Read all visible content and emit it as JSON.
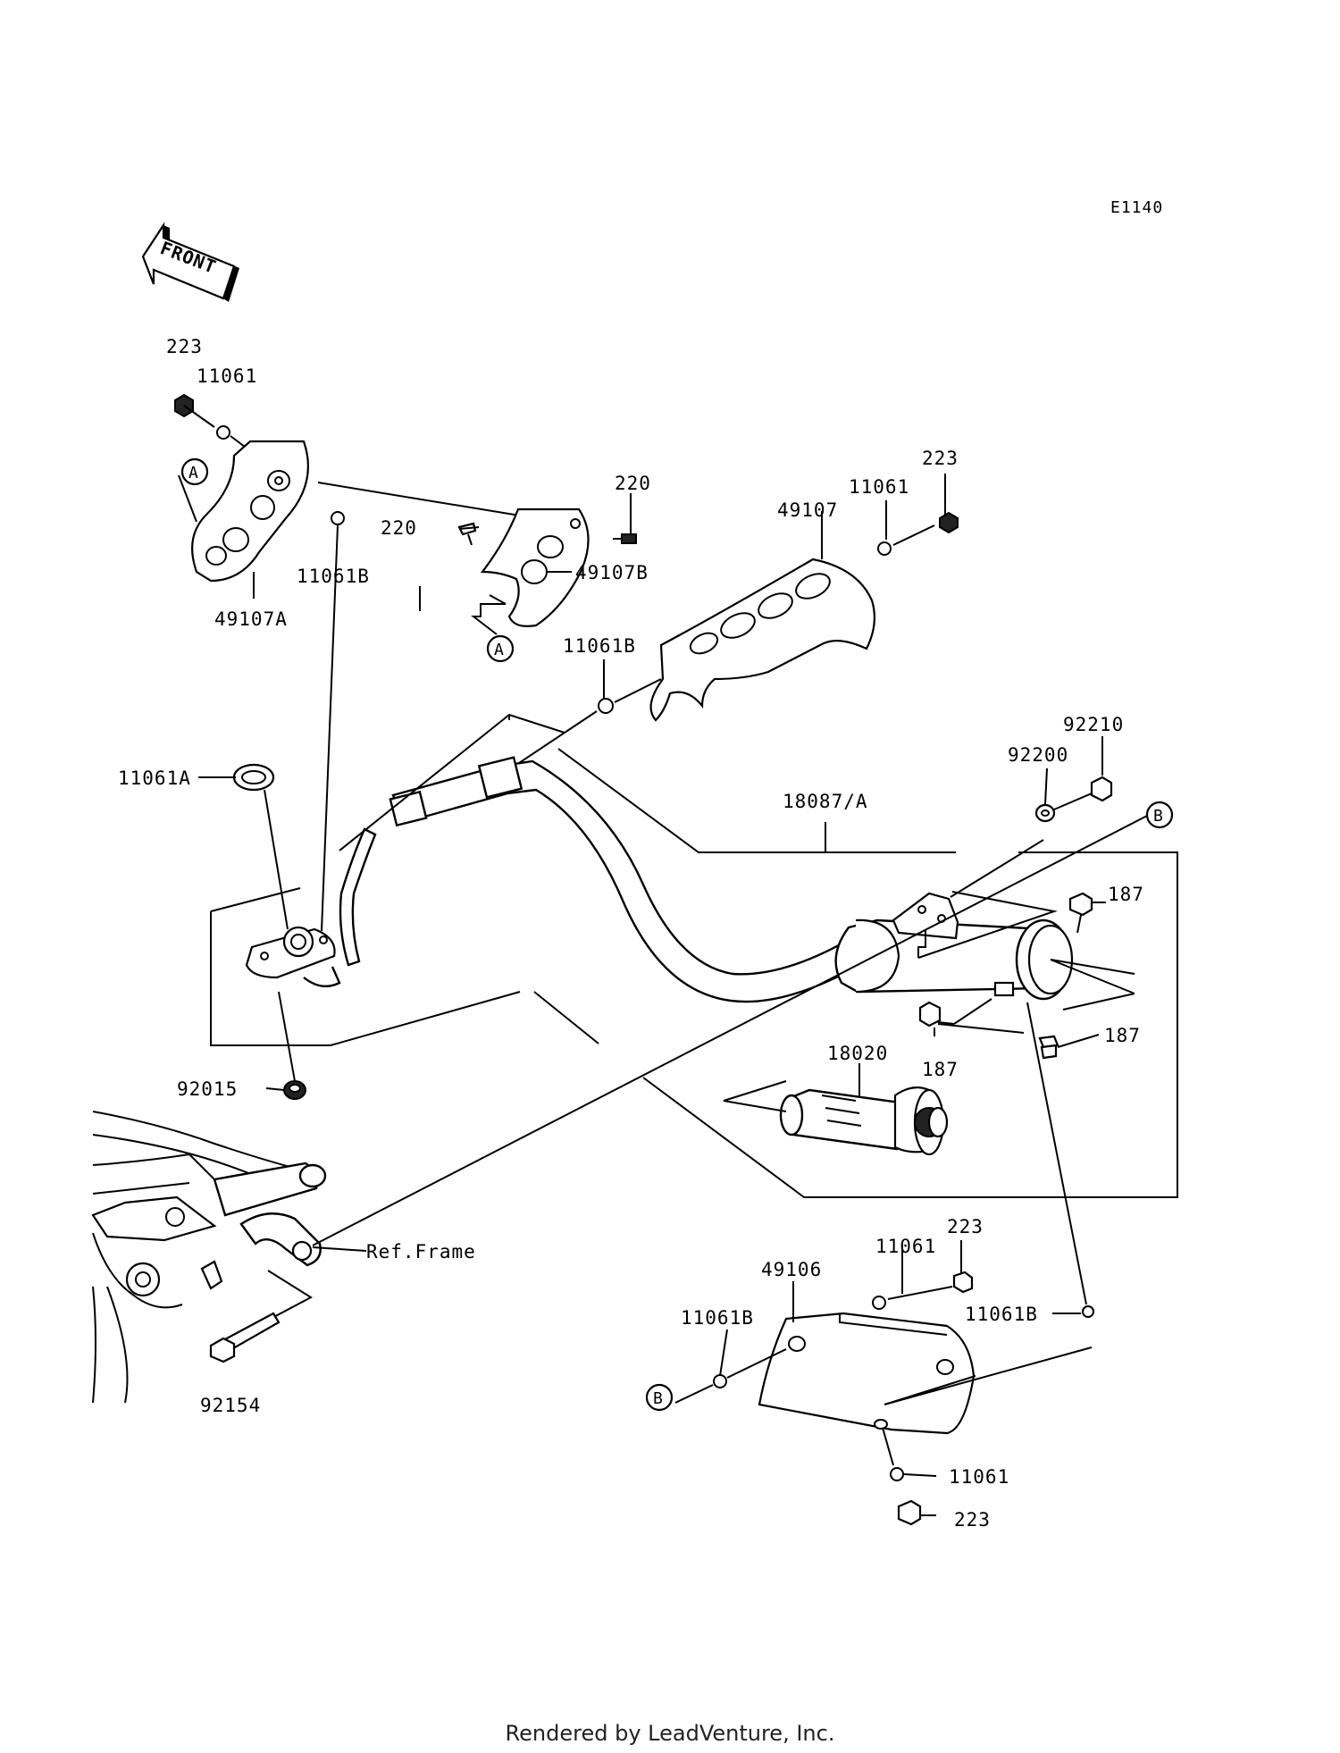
{
  "diagram": {
    "code": "E1140",
    "front_label": "FRONT",
    "callout_a": "A",
    "callout_b": "B",
    "ref_frame": "Ref.Frame",
    "parts": {
      "p223_top_left": "223",
      "p11061_top_left": "11061",
      "p11061b_left": "11061B",
      "p49107a": "49107A",
      "p220_left": "220",
      "p220_right": "220",
      "p49107b": "49107B",
      "p11061_top_right": "11061",
      "p223_top_right": "223",
      "p49107": "49107",
      "p11061b_mid": "11061B",
      "p11061a": "11061A",
      "p18087a": "18087/A",
      "p92200": "92200",
      "p92210": "92210",
      "p187_top": "187",
      "p187_bottom": "187",
      "p187_mid": "187",
      "p92015": "92015",
      "p18020": "18020",
      "p223_lower": "223",
      "p11061_lower": "11061",
      "p49106": "49106",
      "p11061b_lower_left": "11061B",
      "p11061b_lower_right": "11061B",
      "p11061_bottom": "11061",
      "p223_bottom": "223",
      "p92154": "92154"
    }
  },
  "footer": {
    "text": "Rendered by LeadVenture, Inc."
  }
}
